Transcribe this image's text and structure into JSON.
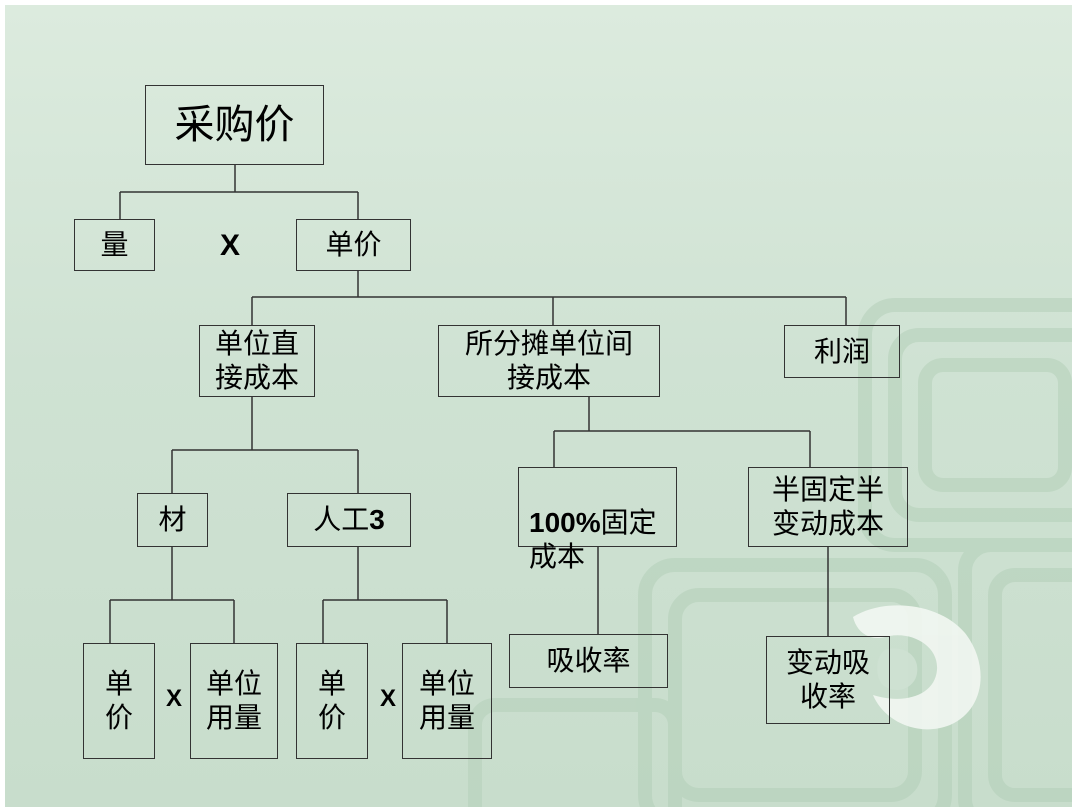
{
  "colors": {
    "background": "#cfe2d3",
    "border": "#333333",
    "text": "#000000",
    "decoration": "#a9c9b0",
    "emblem": "#f2f7f2"
  },
  "diagram": {
    "nodes": {
      "purchase_price": "采购价",
      "quantity": "量",
      "unit_price": "单价",
      "unit_direct_cost": "单位直\n接成本",
      "allocated_indirect_cost": "所分摊单位间\n接成本",
      "profit": "利润",
      "material": "材",
      "labor": "人工",
      "labor_num": "3",
      "fixed_cost_pct": "100%",
      "fixed_cost": "固定\n成本",
      "semi_variable_cost": "半固定半\n变动成本",
      "absorption_rate": "吸收率",
      "variable_absorption_rate": "变动吸\n收率",
      "material_unit_price": "单\n价",
      "material_unit_usage": "单位\n用量",
      "labor_unit_price": "单\n价",
      "labor_unit_usage": "单位\n用量"
    },
    "operators": {
      "qty_times_price": "X",
      "material_times": "X",
      "labor_times": "X"
    }
  }
}
